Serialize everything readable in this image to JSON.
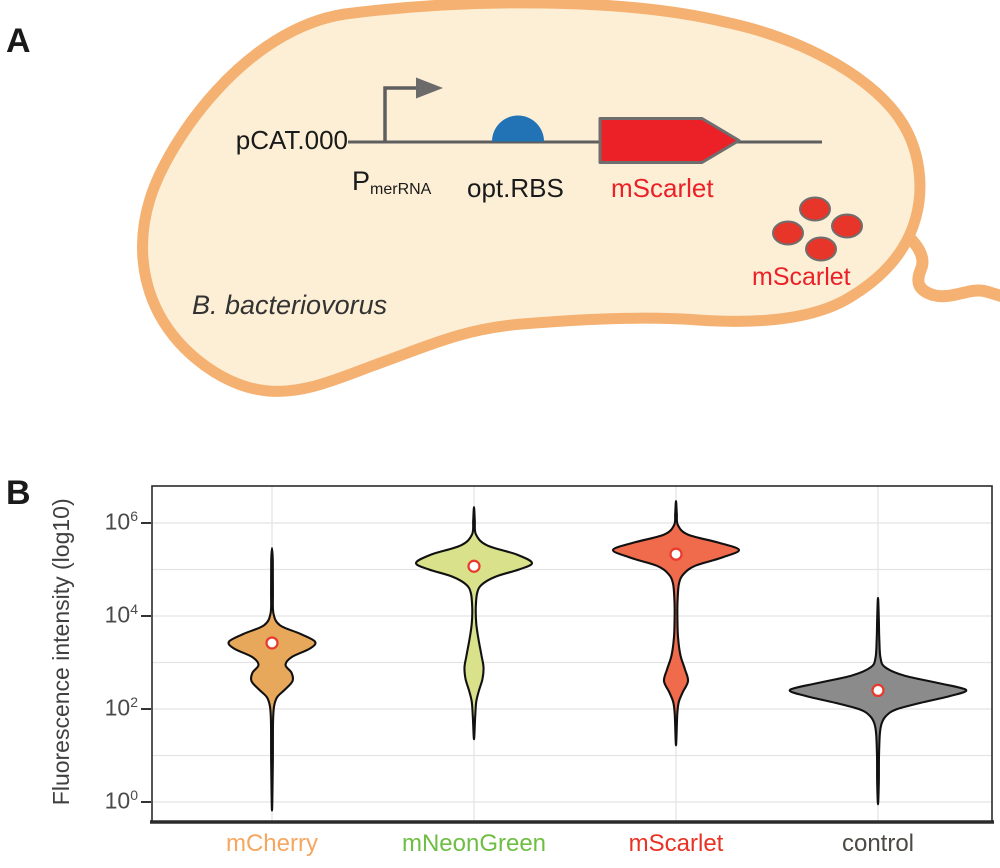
{
  "panel_a": {
    "label": "A",
    "plasmid_name": "pCAT.000",
    "promoter_main": "P",
    "promoter_sub": "merRNA",
    "rbs_label": "opt.RBS",
    "gene_label": "mScarlet",
    "protein_label": "mScarlet",
    "organism": "B. bacteriovorus",
    "colors": {
      "cell_outline": "#F5B171",
      "cell_fill": "#FCEFD6",
      "dna_line": "#5E5E5E",
      "promoter_arrow": "#6B6B6B",
      "rbs_fill": "#2173B6",
      "gene_fill": "#EC2027",
      "gene_outline": "#6E6E6E",
      "protein_dot_fill": "#E8352A",
      "label_red": "#EC2027"
    }
  },
  "panel_b": {
    "label": "B"
  },
  "chart_data": {
    "type": "violin",
    "title": "",
    "ylabel": "Fluorescence intensity (log10)",
    "yscale": "log10",
    "ylim_log": [
      -0.4,
      6.7
    ],
    "yticks": [
      {
        "base": "10",
        "exp": "6",
        "log": 6
      },
      {
        "base": "10",
        "exp": "4",
        "log": 4
      },
      {
        "base": "10",
        "exp": "2",
        "log": 2
      },
      {
        "base": "10",
        "exp": "0",
        "log": 0
      }
    ],
    "grid": {
      "horizontal_every_decade": true,
      "vertical_at_categories": true,
      "color": "#E4E4E4"
    },
    "frame_color": "#2B2B2B",
    "categories": [
      "mCherry",
      "mNeonGreen",
      "mScarlet",
      "control"
    ],
    "series": [
      {
        "name": "mCherry",
        "fill": "#E8A85C",
        "label_color": "#F6A75F",
        "median_log": 3.42,
        "range_log": [
          -0.18,
          5.46
        ],
        "profile_log_halfwidth": [
          [
            5.46,
            0
          ],
          [
            5.15,
            0.8
          ],
          [
            4.5,
            0.9
          ],
          [
            4.05,
            1.5
          ],
          [
            3.8,
            8
          ],
          [
            3.62,
            28
          ],
          [
            3.45,
            43
          ],
          [
            3.3,
            38
          ],
          [
            3.12,
            20
          ],
          [
            2.95,
            13.5
          ],
          [
            2.78,
            19.5
          ],
          [
            2.6,
            20.5
          ],
          [
            2.42,
            13
          ],
          [
            2.25,
            5
          ],
          [
            2.05,
            2
          ],
          [
            1.7,
            1
          ],
          [
            0.8,
            0.8
          ],
          [
            -0.18,
            0
          ]
        ]
      },
      {
        "name": "mNeonGreen",
        "fill": "#D9E18A",
        "label_color": "#6FBE44",
        "median_log": 5.07,
        "range_log": [
          1.35,
          6.34
        ],
        "profile_log_halfwidth": [
          [
            6.34,
            0
          ],
          [
            6.05,
            0.8
          ],
          [
            5.75,
            2
          ],
          [
            5.52,
            13
          ],
          [
            5.32,
            43
          ],
          [
            5.14,
            58
          ],
          [
            5.0,
            45
          ],
          [
            4.85,
            22
          ],
          [
            4.68,
            8
          ],
          [
            4.5,
            3.2
          ],
          [
            4.2,
            1.8
          ],
          [
            3.85,
            2.2
          ],
          [
            3.5,
            4.5
          ],
          [
            3.15,
            7.5
          ],
          [
            2.9,
            9.5
          ],
          [
            2.65,
            8.5
          ],
          [
            2.4,
            5
          ],
          [
            2.15,
            2.2
          ],
          [
            1.85,
            1.2
          ],
          [
            1.35,
            0
          ]
        ]
      },
      {
        "name": "mScarlet",
        "fill": "#EF6B4C",
        "label_color": "#E93223",
        "median_log": 5.33,
        "range_log": [
          1.22,
          6.47
        ],
        "profile_log_halfwidth": [
          [
            6.47,
            0
          ],
          [
            6.2,
            0.8
          ],
          [
            5.95,
            2
          ],
          [
            5.75,
            12
          ],
          [
            5.58,
            42
          ],
          [
            5.42,
            63
          ],
          [
            5.25,
            45
          ],
          [
            5.08,
            19
          ],
          [
            4.9,
            7.5
          ],
          [
            4.7,
            3
          ],
          [
            4.35,
            1.6
          ],
          [
            3.95,
            1.4
          ],
          [
            3.55,
            2
          ],
          [
            3.15,
            4.5
          ],
          [
            2.85,
            9
          ],
          [
            2.6,
            12
          ],
          [
            2.35,
            6.5
          ],
          [
            2.15,
            2.8
          ],
          [
            1.9,
            1.3
          ],
          [
            1.22,
            0
          ]
        ]
      },
      {
        "name": "control",
        "fill": "#8B8B8B",
        "label_color": "#4D4A45",
        "median_log": 2.4,
        "range_log": [
          -0.05,
          4.39
        ],
        "profile_log_halfwidth": [
          [
            4.39,
            0
          ],
          [
            3.95,
            0.8
          ],
          [
            3.5,
            1.3
          ],
          [
            3.1,
            2.5
          ],
          [
            2.9,
            7
          ],
          [
            2.72,
            26
          ],
          [
            2.56,
            60
          ],
          [
            2.41,
            88
          ],
          [
            2.28,
            72
          ],
          [
            2.13,
            42
          ],
          [
            1.99,
            18
          ],
          [
            1.85,
            8
          ],
          [
            1.68,
            3.5
          ],
          [
            1.45,
            1.8
          ],
          [
            1.0,
            1
          ],
          [
            0.4,
            0.8
          ],
          [
            -0.05,
            0
          ]
        ]
      }
    ],
    "median_marker": {
      "fill": "#FFFFFF",
      "ring": "#E8392C"
    }
  }
}
